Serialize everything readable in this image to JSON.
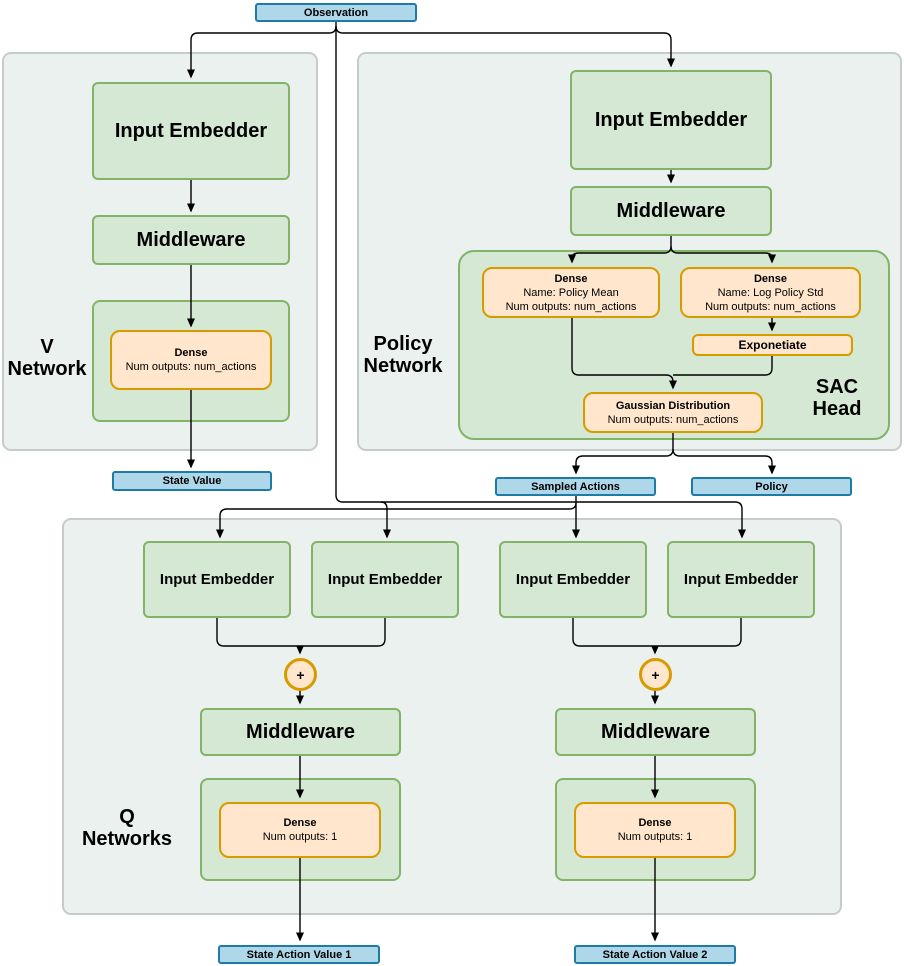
{
  "colors": {
    "blue_fill": "#AED8EA",
    "blue_border": "#1E7BA5",
    "green_fill": "#D5E8D4",
    "green_border": "#82B366",
    "orange_fill": "#FFE6CC",
    "orange_border": "#D79B00",
    "panel_fill": "#EAF1EF",
    "panel_border": "#C6CCCA",
    "connector": "#000000"
  },
  "observation": {
    "label": "Observation"
  },
  "v_network": {
    "title_lines": [
      "V",
      "Network"
    ],
    "input_embedder": "Input Embedder",
    "middleware": "Middleware",
    "dense": {
      "title": "Dense",
      "line2": "Num outputs: num_actions"
    },
    "output": "State Value"
  },
  "policy_network": {
    "title_lines": [
      "Policy",
      "Network"
    ],
    "input_embedder": "Input Embedder",
    "middleware": "Middleware",
    "sac_head": {
      "title_lines": [
        "SAC",
        "Head"
      ],
      "dense_mean": {
        "title": "Dense",
        "line2": "Name: Policy Mean",
        "line3": "Num outputs: num_actions"
      },
      "dense_std": {
        "title": "Dense",
        "line2": "Name: Log Policy Std",
        "line3": "Num outputs: num_actions"
      },
      "exponetiate": "Exponetiate",
      "gaussian": {
        "title": "Gaussian Distribution",
        "line2": "Num outputs: num_actions"
      }
    },
    "outputs": {
      "sampled_actions": "Sampled Actions",
      "policy": "Policy"
    }
  },
  "q_networks": {
    "title_lines": [
      "Q",
      "Networks"
    ],
    "input_embedder": "Input Embedder",
    "plus": "+",
    "middleware": "Middleware",
    "dense": {
      "title": "Dense",
      "line2": "Num outputs: 1"
    },
    "outputs": [
      "State Action Value 1",
      "State Action Value 2"
    ]
  }
}
